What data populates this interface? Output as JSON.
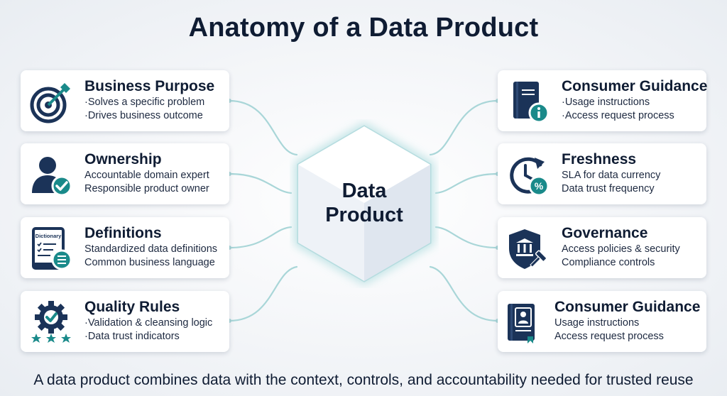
{
  "title": "Anatomy of a Data Product",
  "center": {
    "line1": "Data",
    "line2": "Product"
  },
  "left_cards": [
    {
      "heading": "Business Purpose",
      "lines": [
        "·Solves a specific problem",
        "·Drives business outcome"
      ],
      "icon": "target-arrow-icon"
    },
    {
      "heading": "Ownership",
      "lines": [
        "Accountable domain expert",
        "Responsible product owner"
      ],
      "icon": "user-check-icon"
    },
    {
      "heading": "Definitions",
      "lines": [
        "Standardized data definitions",
        "Common business language"
      ],
      "icon": "dictionary-book-icon",
      "icon_text": "Dictionary"
    },
    {
      "heading": "Quality Rules",
      "lines": [
        "·Validation & cleansing logic",
        "·Data trust indicators"
      ],
      "icon": "gear-check-stars-icon"
    }
  ],
  "right_cards": [
    {
      "heading": "Consumer Guidance",
      "lines": [
        "·Usage instructions",
        "·Access request process"
      ],
      "icon": "book-info-icon"
    },
    {
      "heading": "Freshness",
      "lines": [
        "SLA for data currency",
        "Data trust frequency"
      ],
      "icon": "clock-percent-icon"
    },
    {
      "heading": "Governance",
      "lines": [
        "Access policies & security",
        "Compliance controls"
      ],
      "icon": "shield-gavel-icon"
    },
    {
      "heading": "Consumer Guidance",
      "lines": [
        "Usage instructions",
        "Access request process"
      ],
      "icon": "book-user-icon"
    }
  ],
  "footer": "A data product combines data with the context, controls, and accountability needed for trusted reuse",
  "colors": {
    "navy": "#1b3358",
    "teal": "#1a8a8a",
    "connector": "#a9d6d8",
    "text": "#0f1c33"
  }
}
